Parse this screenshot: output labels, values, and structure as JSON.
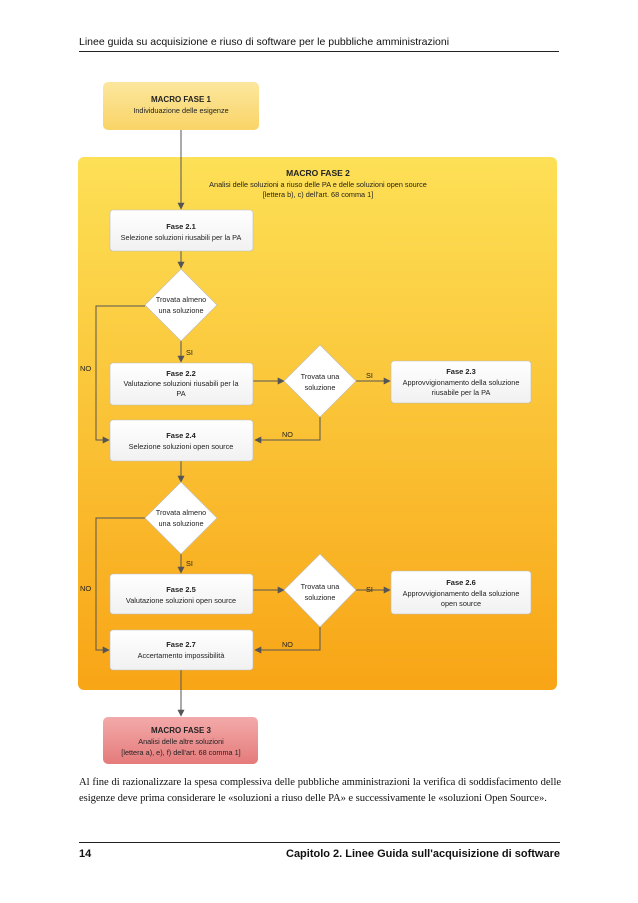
{
  "header": {
    "title": "Linee guida su acquisizione e riuso di software per le pubbliche amministrazioni"
  },
  "flowchart": {
    "macro1": {
      "title": "MACRO FASE 1",
      "desc": "Individuazione delle esigenze"
    },
    "macro2": {
      "title": "MACRO FASE 2",
      "line1": "Analisi delle soluzioni a riuso delle PA e delle soluzioni open source",
      "line2": "[lettera b), c) dell'art. 68 comma 1]"
    },
    "macro3": {
      "title": "MACRO FASE 3",
      "line1": "Analisi delle altre soluzioni",
      "line2": "[lettera a), e), f) dell'art. 68 comma 1]"
    },
    "fase21": {
      "title": "Fase 2.1",
      "line1": "Selezione soluzioni riusabili per la PA"
    },
    "fase22": {
      "title": "Fase 2.2",
      "line1": "Valutazione soluzioni riusabili per la",
      "line2": "PA"
    },
    "fase23": {
      "title": "Fase 2.3",
      "line1": "Approvvigionamento della soluzione",
      "line2": "riusabile per la PA"
    },
    "fase24": {
      "title": "Fase 2.4",
      "line1": "Selezione soluzioni open source"
    },
    "fase25": {
      "title": "Fase 2.5",
      "line1": "Valutazione soluzioni open source"
    },
    "fase26": {
      "title": "Fase 2.6",
      "line1": "Approvvigionamento della soluzione",
      "line2": "open source"
    },
    "fase27": {
      "title": "Fase 2.7",
      "line1": "Accertamento impossibilità"
    },
    "decision1": {
      "line1": "Trovata almeno",
      "line2": "una soluzione"
    },
    "decision2": {
      "line1": "Trovata una",
      "line2": "soluzione"
    },
    "decision3": {
      "line1": "Trovata almeno",
      "line2": "una soluzione"
    },
    "decision4": {
      "line1": "Trovata una",
      "line2": "soluzione"
    },
    "labels": {
      "si": "SI",
      "no": "NO"
    },
    "colors": {
      "macro1_fill": "#fbe08c",
      "macro2_top": "#fde056",
      "macro2_bottom": "#f8a516",
      "macro3_fill": "#ec8f8f",
      "box_fill": "#ffffff",
      "line": "#555555"
    }
  },
  "body": {
    "paragraph": "Al fine di razionalizzare la spesa complessiva delle pubbliche amministrazioni la verifica di soddisfacimento delle esigenze deve prima considerare le «soluzioni a riuso delle PA» e successivamente le «soluzioni Open Source»."
  },
  "footer": {
    "page_number": "14",
    "chapter": "Capitolo 2. Linee Guida sull'acquisizione di software"
  }
}
